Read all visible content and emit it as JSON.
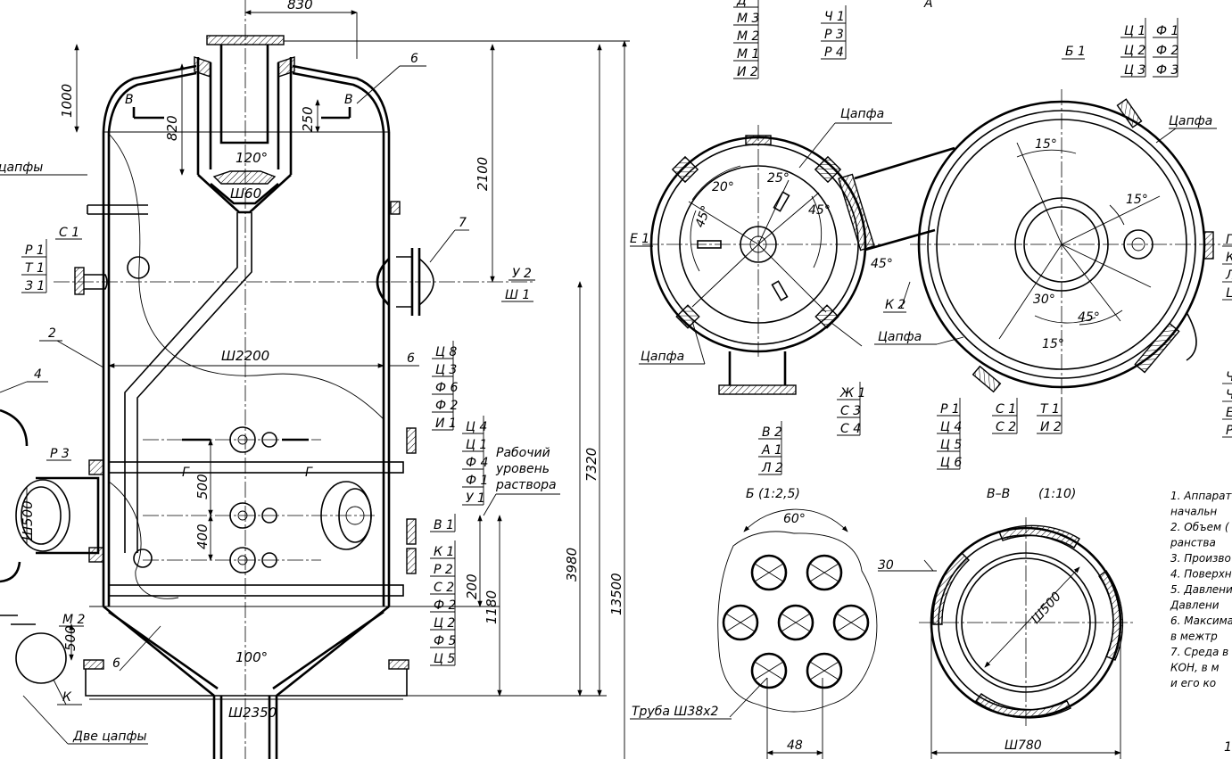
{
  "front_view": {
    "dims": {
      "d830": "830",
      "d1000": "1000",
      "d820": "820",
      "d250": "250",
      "d2100": "2100",
      "a120": "120°",
      "w160": "Ш60",
      "w2200": "Ш2200",
      "w500": "Ш500",
      "d500a": "500",
      "d400": "400",
      "d200": "200",
      "d1180": "1180",
      "d3980": "3980",
      "d7320": "7320",
      "d13500": "13500",
      "d500b": "500",
      "a100": "100°",
      "w2350": "Ш2350"
    },
    "callouts": {
      "c6a": "6",
      "c7": "7",
      "c2": "2",
      "c4": "4",
      "c6b": "6",
      "c6c": "6",
      "sec_v": "В",
      "sec_g": "Г",
      "sec_k": "К",
      "tsapfy": "цапфы",
      "dve_tsapfy": "Две цапфы",
      "rab1": "Рабочий",
      "rab2": "уровень",
      "rab3": "раствора"
    },
    "left_tags": [
      "Р 1",
      "Т 1",
      "З 1"
    ],
    "tag_s1": "С 1",
    "tag_u2": "У 2",
    "tag_sh1": "Ш 1",
    "tag_p3": "Р 3",
    "tag_m2": "М 2",
    "right_tags_a": [
      "Ц 8",
      "Ц 3",
      "Ф 6",
      "Ф 2",
      "И 1"
    ],
    "right_tags_b": [
      "Ц 4",
      "Ц 1",
      "Ф 4",
      "Ф 1",
      "У 1"
    ],
    "right_tags_c": [
      "В 1"
    ],
    "right_tags_d": [
      "К 1",
      "Р 2",
      "С 2",
      "Ф 2",
      "Ц 2",
      "Ф 5",
      "Ц 5"
    ]
  },
  "plan_view": {
    "title": "А",
    "top_tags": [
      "Д",
      "М 3",
      "М 2",
      "М 1",
      "И 2"
    ],
    "top_tags2": [
      "Ч 1",
      "Р 3",
      "Р 4"
    ],
    "tsapfa1": "Цапфа",
    "tsapfa2": "Цапфа",
    "tsapfa3": "Цапфа",
    "tsapfa4": "Цапфа",
    "e1": "Е 1",
    "k2": "К 2",
    "b1": "Б 1",
    "angles": {
      "a20": "20°",
      "a25": "25°",
      "a45a": "45°",
      "a45b": "45°",
      "a45c": "45°",
      "a15a": "15°",
      "a15b": "15°",
      "a30": "30°",
      "a45d": "45°",
      "a15c": "15°"
    },
    "bottom_tags_a": [
      "В 2",
      "А 1",
      "Л 2"
    ],
    "bottom_tags_b": [
      "Ж 1",
      "С 3",
      "С 4"
    ],
    "bottom_tags_c": [
      "Р 1",
      "Ц 4",
      "Ц 5",
      "Ц 6"
    ],
    "bottom_tags_d": [
      "С 1",
      "С 2"
    ],
    "bottom_tags_e": [
      "Т 1",
      "И 2"
    ],
    "right_top_tags": [
      "Ц 1",
      "Ц 2",
      "Ц 3"
    ],
    "right_top_tags2": [
      "Ф 1",
      "Ф 2",
      "Ф 3"
    ],
    "right_edge_tags": [
      "Г",
      "К",
      "Л",
      "Ц"
    ],
    "right_edge_tags2": [
      "Ч",
      "Ч",
      "Е",
      "Р"
    ]
  },
  "detail_b": {
    "title": "Б (1:2,5)",
    "a60": "60°",
    "tube": "Труба Ш38х2",
    "d48": "48"
  },
  "detail_vv": {
    "title": "В–В",
    "scale": "(1:10)",
    "d30": "30",
    "w500": "Ш500",
    "w780": "Ш780"
  },
  "notes": [
    "1.  Аппарат",
    "     начальн",
    "2.  Объем (",
    "     ранства",
    "3.  Произво",
    "4.  Поверхн",
    "5.  Давлени",
    "     Давлени",
    "6.  Максима",
    "     в межтр",
    "7.  Среда в",
    "     КОН, в м",
    "     и его ко"
  ],
  "page_no": "1."
}
